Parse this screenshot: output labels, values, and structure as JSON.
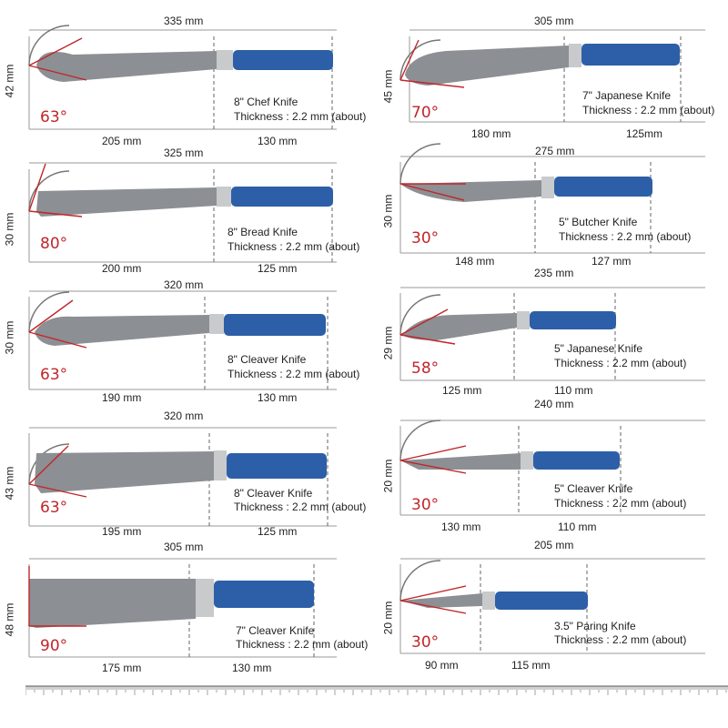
{
  "colors": {
    "angle": "#c0262b",
    "handle": "#2d5fa8",
    "blade": "#8c8f93"
  },
  "knives": [
    {
      "id": "chef8",
      "overall": "335 mm",
      "height": "42 mm",
      "angle": "63°",
      "name": "8\" Chef Knife",
      "thickness": "Thickness : 2.2 mm (about)",
      "blade": "205 mm",
      "handle": "130 mm"
    },
    {
      "id": "japanese7",
      "overall": "305 mm",
      "height": "45 mm",
      "angle": "70°",
      "name": "7\" Japanese Knife",
      "thickness": "Thickness : 2.2 mm (about)",
      "blade": "180 mm",
      "handle": "125mm"
    },
    {
      "id": "bread8",
      "overall": "325 mm",
      "height": "30 mm",
      "angle": "80°",
      "name": "8\" Bread Knife",
      "thickness": "Thickness : 2.2 mm (about)",
      "blade": "200 mm",
      "handle": "125 mm"
    },
    {
      "id": "butcher5",
      "overall": "275 mm",
      "height": "30 mm",
      "angle": "30°",
      "name": "5\" Butcher Knife",
      "thickness": "Thickness : 2.2 mm (about)",
      "blade": "148 mm",
      "handle": "127 mm"
    },
    {
      "id": "cleaver8a",
      "overall": "320 mm",
      "height": "30 mm",
      "angle": "63°",
      "name": "8\" Cleaver Knife",
      "thickness": "Thickness : 2.2 mm (about)",
      "blade": "190 mm",
      "handle": "130 mm"
    },
    {
      "id": "japanese5",
      "overall": "235 mm",
      "height": "29 mm",
      "angle": "58°",
      "name": "5\" Japanese Knife",
      "thickness": "Thickness : 2.2 mm (about)",
      "blade": "125 mm",
      "handle": "110 mm"
    },
    {
      "id": "cleaver8b",
      "overall": "320 mm",
      "height": "43 mm",
      "angle": "63°",
      "name": "8\" Cleaver Knife",
      "thickness": "Thickness : 2.2 mm (about)",
      "blade": "195 mm",
      "handle": "125 mm"
    },
    {
      "id": "cleaver5",
      "overall": "240 mm",
      "height": "20 mm",
      "angle": "30°",
      "name": "5\" Cleaver Knife",
      "thickness": "Thickness : 2.2 mm (about)",
      "blade": "130 mm",
      "handle": "110 mm"
    },
    {
      "id": "cleaver7",
      "overall": "305 mm",
      "height": "48 mm",
      "angle": "90°",
      "name": "7\" Cleaver Knife",
      "thickness": "Thickness : 2.2 mm (about)",
      "blade": "175 mm",
      "handle": "130 mm"
    },
    {
      "id": "paring35",
      "overall": "205 mm",
      "height": "20 mm",
      "angle": "30°",
      "name": "3.5\" Paring Knife",
      "thickness": "Thickness : 2.2 mm (about)",
      "blade": "90 mm",
      "handle": "115 mm"
    }
  ]
}
